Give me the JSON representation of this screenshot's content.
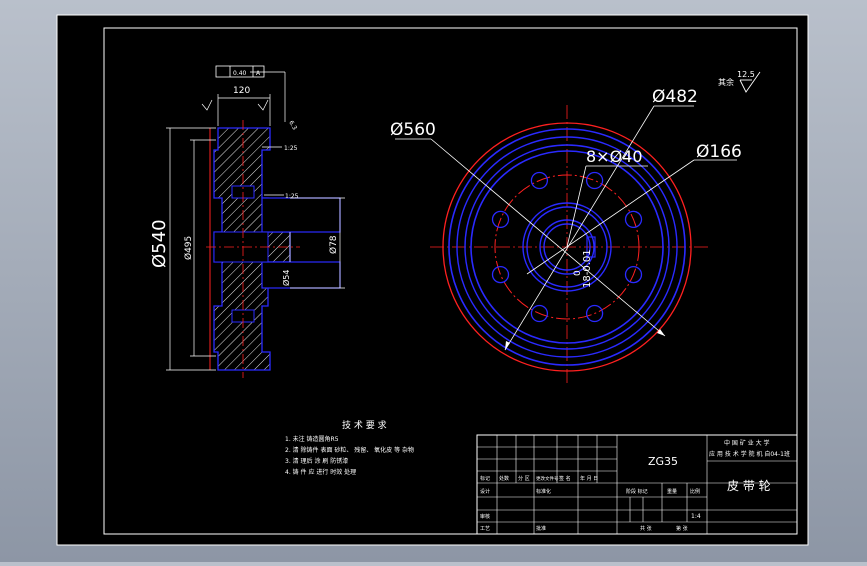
{
  "drawing": {
    "frame_colors": {
      "background": "#000000",
      "outline": "#ffffff",
      "red": "#ff2020",
      "blue": "#2a2aff",
      "cyan": "#29d6e0",
      "yellow": "#e8e600"
    },
    "front_view": {
      "d560": "Ø560",
      "d482": "Ø482",
      "d166": "Ø166",
      "holes": "8×Ø40",
      "keyway": "18-0.01",
      "keyway_zero": "0"
    },
    "section_view": {
      "width": "120",
      "d540": "Ø540",
      "d495": "Ø495",
      "d78": "Ø78",
      "bore": "Ø54",
      "taper1": "1:25",
      "taper2": "1:25",
      "tolerance_box": "0.40",
      "tolerance_ref": "A",
      "roughness_corner": "6.3"
    },
    "roughness": {
      "label": "其余",
      "value": "12.5"
    },
    "tech_requirements": {
      "title": "技 术 要 求",
      "items": [
        "1. 未注 铸造圆角R5",
        "2. 清 除铸件 表面 砂粒、 残留、 氧化皮 等 杂物",
        "3. 清 理后 涂 刷 防锈漆",
        "4. 铸 件 应 进行 时效 处理"
      ]
    },
    "title_block": {
      "material": "ZG35",
      "school_line1": "中 国 矿 业 大 学",
      "school_line2": "应 用 技 术 学 院 机 自04-1班",
      "part_name": "皮 带 轮",
      "scale": "1:4",
      "row_labels": [
        "标记",
        "处数",
        "分 区",
        "更改文件号",
        "签 名",
        "年 月 日"
      ],
      "design": "设计",
      "standard": "标准化",
      "review": "审核",
      "process": "工艺",
      "approve": "批准",
      "stage": "阶段 标记",
      "weight": "重量",
      "ratio": "比例",
      "sheet_total": "共 张",
      "sheet_num": "第 张"
    }
  }
}
